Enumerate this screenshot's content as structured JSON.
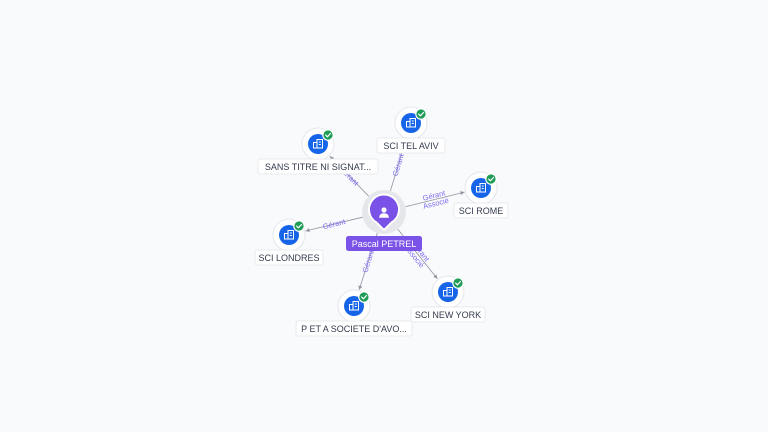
{
  "center": {
    "label": "Pascal PETREL",
    "icon": "person-icon",
    "color": "#7b52e8"
  },
  "colors": {
    "company": "#1665e8",
    "verified": "#1f9d57",
    "role": "#7b6df2",
    "edge": "#8f95a3"
  },
  "nodes": [
    {
      "id": "sci-tel-aviv",
      "label": "SCI TEL AVIV",
      "roles": [
        "Gérant"
      ],
      "icon": "building-icon",
      "verified": true
    },
    {
      "id": "sci-rome",
      "label": "SCI ROME",
      "roles": [
        "Gérant",
        "Associé"
      ],
      "icon": "building-icon",
      "verified": true
    },
    {
      "id": "sci-new-york",
      "label": "SCI NEW YORK",
      "roles": [
        "Gérant",
        "Associé"
      ],
      "icon": "building-icon",
      "verified": true
    },
    {
      "id": "p-et-a-societe",
      "label": "P ET A SOCIETE D'AVO...",
      "roles": [
        "Gérant"
      ],
      "icon": "building-icon",
      "verified": true
    },
    {
      "id": "sci-londres",
      "label": "SCI LONDRES",
      "roles": [
        "Gérant"
      ],
      "icon": "building-icon",
      "verified": true
    },
    {
      "id": "sans-titre",
      "label": "SANS TITRE NI SIGNAT...",
      "roles": [
        "Gérant"
      ],
      "icon": "building-icon",
      "verified": true
    }
  ]
}
